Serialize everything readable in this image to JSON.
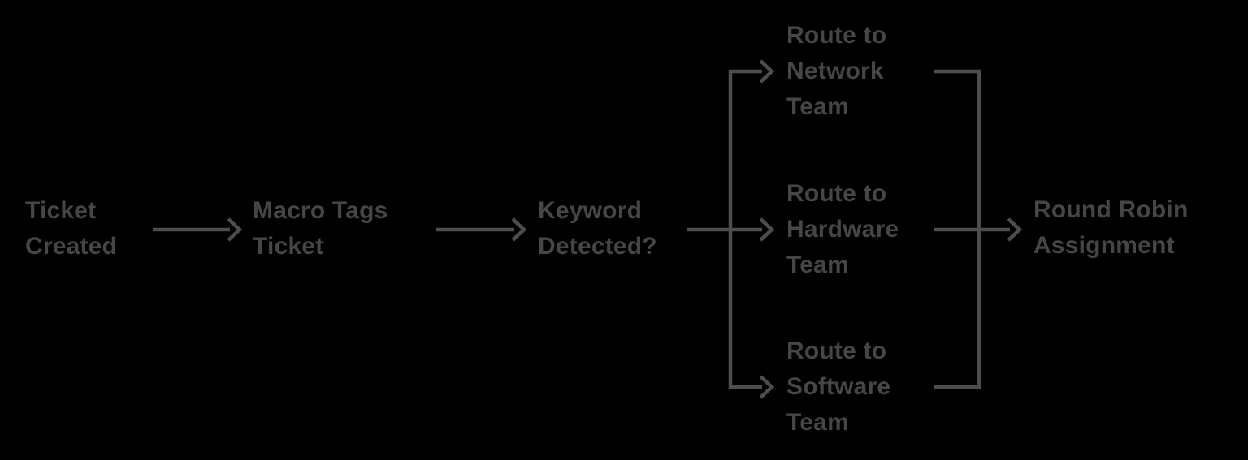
{
  "diagram": {
    "type": "flowchart",
    "direction": "left-to-right",
    "colors": {
      "background": "#000000",
      "text": "#464646",
      "line": "#4d4d4d"
    },
    "nodes": [
      {
        "id": "ticket-created",
        "label": "Ticket\nCreated"
      },
      {
        "id": "macro-tags",
        "label": "Macro Tags\nTicket"
      },
      {
        "id": "keyword-detected",
        "label": "Keyword\nDetected?"
      },
      {
        "id": "route-network",
        "label": "Route to\nNetwork\nTeam"
      },
      {
        "id": "route-hardware",
        "label": "Route to\nHardware\nTeam"
      },
      {
        "id": "route-software",
        "label": "Route to\nSoftware\nTeam"
      },
      {
        "id": "round-robin",
        "label": "Round Robin\nAssignment"
      }
    ],
    "edges": [
      {
        "from": "ticket-created",
        "to": "macro-tags"
      },
      {
        "from": "macro-tags",
        "to": "keyword-detected"
      },
      {
        "from": "keyword-detected",
        "to": "route-network"
      },
      {
        "from": "keyword-detected",
        "to": "route-hardware"
      },
      {
        "from": "keyword-detected",
        "to": "route-software"
      },
      {
        "from": "route-network",
        "to": "round-robin"
      },
      {
        "from": "route-hardware",
        "to": "round-robin"
      },
      {
        "from": "route-software",
        "to": "round-robin"
      }
    ]
  }
}
